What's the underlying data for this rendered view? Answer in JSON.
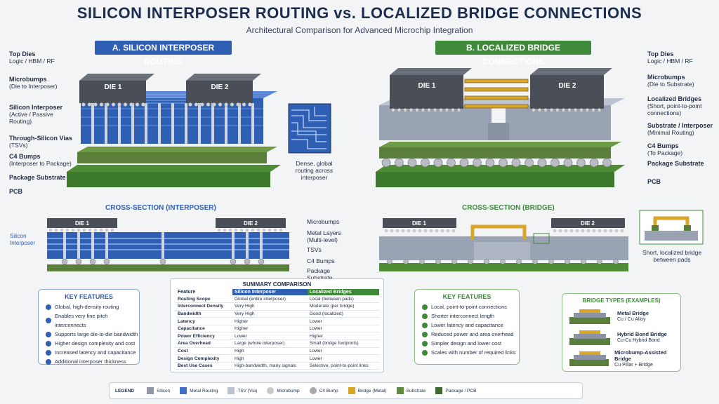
{
  "header": {
    "title": "SILICON INTERPOSER ROUTING vs. LOCALIZED BRIDGE CONNECTIONS",
    "subtitle": "Architectural Comparison for Advanced Microchip Integration"
  },
  "colors": {
    "interposer_blue": "#2f5fb3",
    "bridge_green": "#3f8a3a",
    "substrate_green": "#5a7f3a",
    "pcb_green": "#3e7a2e",
    "die_gray": "#4a4f57",
    "bridge_gold": "#d9a62a",
    "silicon_gray": "#9aa3b3"
  },
  "left": {
    "heading": "A. SILICON INTERPOSER ROUTING",
    "die1": "DIE 1",
    "die2": "DIE 2",
    "labels": [
      {
        "title": "Top Dies",
        "sub": "Logic / HBM / RF"
      },
      {
        "title": "Microbumps",
        "sub": "(Die to Interposer)"
      },
      {
        "title": "Silicon Interposer",
        "sub": "(Active / Passive Routing)"
      },
      {
        "title": "Through-Silicon Vias",
        "sub": "(TSVs)"
      },
      {
        "title": "C4 Bumps",
        "sub": "(Interposer to Package)"
      },
      {
        "title": "Package Substrate",
        "sub": ""
      },
      {
        "title": "PCB",
        "sub": ""
      }
    ],
    "inset_caption": "Dense, global routing across interposer",
    "xs_title": "CROSS-SECTION (INTERPOSER)",
    "xs_side": "Silicon Interposer",
    "xs_labels": [
      "Microbumps",
      "Metal Layers (Multi-level)",
      "TSVs",
      "C4 Bumps",
      "Package Substrate"
    ],
    "features_title": "KEY FEATURES",
    "features": [
      "Global, high-density routing",
      "Enables very fine pitch interconnects",
      "Supports large die-to-die bandwidth",
      "Higher design complexity and cost",
      "Increased latency and capacitance",
      "Additional interposer thickness"
    ]
  },
  "right": {
    "heading": "B. LOCALIZED BRIDGE CONNECTIONS",
    "die1": "DIE 1",
    "die2": "DIE 2",
    "labels": [
      {
        "title": "Top Dies",
        "sub": "Logic / HBM / RF"
      },
      {
        "title": "Microbumps",
        "sub": "(Die to Substrate)"
      },
      {
        "title": "Localized Bridges",
        "sub": "(Short, point-to-point connections)"
      },
      {
        "title": "Substrate / Interposer",
        "sub": "(Minimal Routing)"
      },
      {
        "title": "C4 Bumps",
        "sub": "(To Package)"
      },
      {
        "title": "Package Substrate",
        "sub": ""
      },
      {
        "title": "PCB",
        "sub": ""
      }
    ],
    "xs_title": "CROSS-SECTION (BRIDGE)",
    "inset_caption": "Short, localized bridge between pads",
    "features_title": "KEY FEATURES",
    "features": [
      "Local, point-to-point connections",
      "Shorter interconnect length",
      "Lower latency and capacitance",
      "Reduced power and area overhead",
      "Simpler design and lower cost",
      "Scales with number of required links"
    ]
  },
  "summary": {
    "title": "SUMMARY COMPARISON",
    "columns": [
      "Feature",
      "Silicon Interposer",
      "Localized Bridges"
    ],
    "rows": [
      [
        "Routing Scope",
        "Global (entire interposer)",
        "Local (between pads)"
      ],
      [
        "Interconnect Density",
        "Very High",
        "Moderate (per bridge)"
      ],
      [
        "Bandwidth",
        "Very High",
        "Good (localized)"
      ],
      [
        "Latency",
        "Higher",
        "Lower"
      ],
      [
        "Capacitance",
        "Higher",
        "Lower"
      ],
      [
        "Power Efficiency",
        "Lower",
        "Higher"
      ],
      [
        "Area Overhead",
        "Large (whole interposer)",
        "Small (bridge footprints)"
      ],
      [
        "Cost",
        "High",
        "Lower"
      ],
      [
        "Design Complexity",
        "High",
        "Lower"
      ],
      [
        "Best Use Cases",
        "High-bandwidth, many signals",
        "Selective, point-to-point links"
      ]
    ]
  },
  "bridge_types": {
    "title": "BRIDGE TYPES (EXAMPLES)",
    "items": [
      {
        "name": "Metal Bridge",
        "desc": "Cu / Cu Alloy"
      },
      {
        "name": "Hybrid Bond Bridge",
        "desc": "Cu-Cu Hybrid Bond"
      },
      {
        "name": "Microbump-Assisted Bridge",
        "desc": "Cu Pillar + Bridge"
      }
    ]
  },
  "legend": {
    "title": "LEGEND",
    "items": [
      {
        "label": "Silicon",
        "color": "#8d97a8"
      },
      {
        "label": "Metal Routing",
        "color": "#3d6fc9"
      },
      {
        "label": "TSV (Via)",
        "color": "#b9c2cf"
      },
      {
        "label": "Microbump",
        "color": "#c7c7c7"
      },
      {
        "label": "C4 Bump",
        "color": "#a9a9a9"
      },
      {
        "label": "Bridge (Metal)",
        "color": "#d9a62a"
      },
      {
        "label": "Substrate",
        "color": "#5f8b3d"
      },
      {
        "label": "Package / PCB",
        "color": "#3e6b2c"
      }
    ]
  }
}
